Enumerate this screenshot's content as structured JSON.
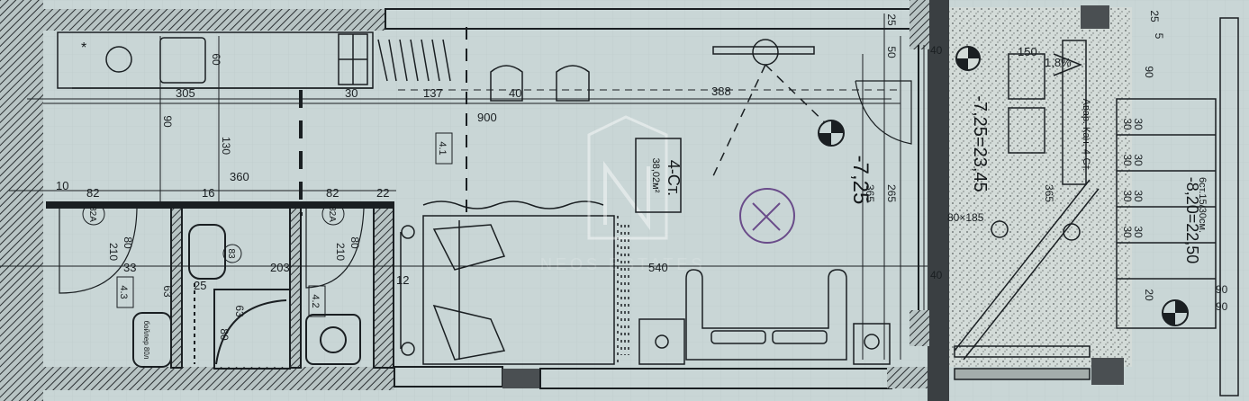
{
  "room": {
    "code": "4-Ст.",
    "area": "38,02м²",
    "level_main": "-7,25",
    "level_balcony": "-7,25=23,45",
    "level_right": "-8,20=22,50",
    "zone_41": "4.1",
    "zone_42": "4.2",
    "zone_43": "4.3",
    "mark_82a": "82А",
    "mark_82b": "82А",
    "mark_83": "83",
    "boiler": "бойлер 80л",
    "handrail": "Авар. Кан. 4-Ст.",
    "steps": "6ст.15/30см.",
    "slope": "1,8%"
  },
  "dims": {
    "d305": "305",
    "d137": "137",
    "d30": "30",
    "d40": "40",
    "d388": "388",
    "d900": "900",
    "d360": "360",
    "d82a": "82",
    "d16": "16",
    "d82b": "82",
    "d22": "22",
    "d10": "10",
    "d210a": "210",
    "d80a": "80",
    "d210b": "210",
    "d80b": "80",
    "d33": "33",
    "d203": "203",
    "d540": "540",
    "d12": "12",
    "d25a": "25",
    "d63a": "63",
    "d63b": "63",
    "d80c": "80",
    "v90": "90",
    "v130": "130",
    "v60": "60",
    "v365": "365",
    "v265": "265",
    "v25": "25",
    "v50": "50",
    "v40": "40",
    "v40b": "40",
    "d150": "150",
    "d80185": "80×185",
    "d90": "90",
    "d90b": "90",
    "d90c": "90",
    "d5": "5",
    "d25b": "25",
    "d20": "20",
    "s30a": "30",
    "s30b": "30",
    "s30c": "30",
    "s30d": "30",
    "s30e": "30",
    "s30f": "30",
    "s30g": "30",
    "s30h": "30",
    "d365b": "365"
  },
  "watermark": "NEOS ESTATES",
  "colors": {
    "paper": "#c9d6d6",
    "line": "#1a1f22",
    "wall": "#3a3f42",
    "accent": "#6a4c8a"
  }
}
